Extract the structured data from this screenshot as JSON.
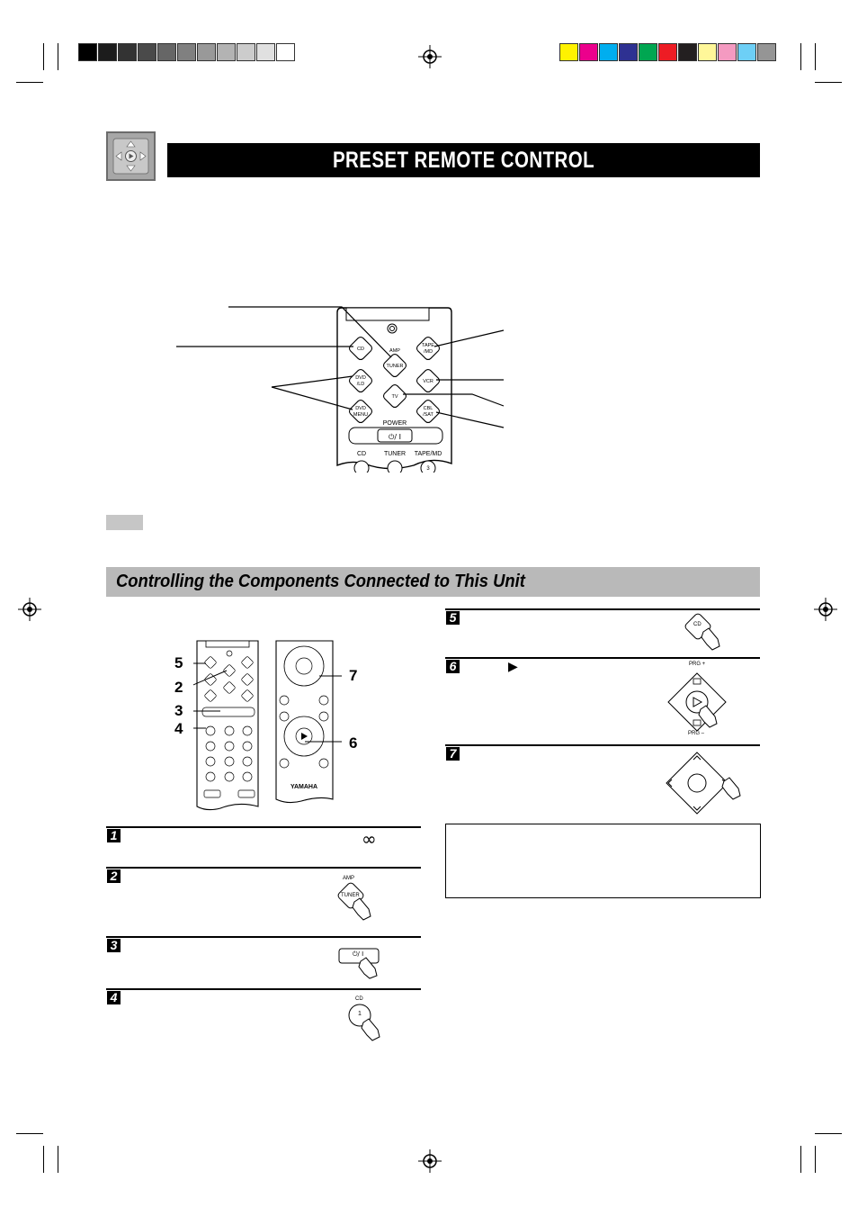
{
  "header": {
    "title": "PRESET REMOTE CONTROL"
  },
  "section": {
    "title": "Controlling the Components Connected to This Unit"
  },
  "remote_top": {
    "buttons": [
      {
        "id": "cd",
        "label": "CD"
      },
      {
        "id": "amp",
        "label": "AMP"
      },
      {
        "id": "tuner",
        "label": "TUNER"
      },
      {
        "id": "tape",
        "label": "TAPE /MD"
      },
      {
        "id": "dvd",
        "label": "DVD /LD"
      },
      {
        "id": "vcr",
        "label": "VCR"
      },
      {
        "id": "tv",
        "label": "TV"
      },
      {
        "id": "dvdmenu",
        "label": "DVD MENU"
      },
      {
        "id": "cblsat",
        "label": "CBL /SAT"
      }
    ],
    "power_label": "POWER",
    "power_symbol": "⏻/ I",
    "bottom_labels": [
      "CD",
      "TUNER",
      "TAPE/MD"
    ],
    "bottom_value": "3"
  },
  "remote_small": {
    "brand": "YAMAHA",
    "callouts": [
      "5",
      "2",
      "3",
      "4",
      "7",
      "6"
    ]
  },
  "steps": {
    "s1": {
      "num": "1",
      "symbol": "∞"
    },
    "s2": {
      "num": "2",
      "amp": "AMP",
      "tuner": "TUNER"
    },
    "s3": {
      "num": "3",
      "power": "⏻/ I"
    },
    "s4": {
      "num": "4",
      "cd": "CD",
      "key": "1"
    },
    "s5": {
      "num": "5",
      "cd": "CD"
    },
    "s6": {
      "num": "6",
      "play_symbol": "▶",
      "prg_plus": "PRG +",
      "prg_minus": "PRG –"
    },
    "s7": {
      "num": "7"
    }
  }
}
